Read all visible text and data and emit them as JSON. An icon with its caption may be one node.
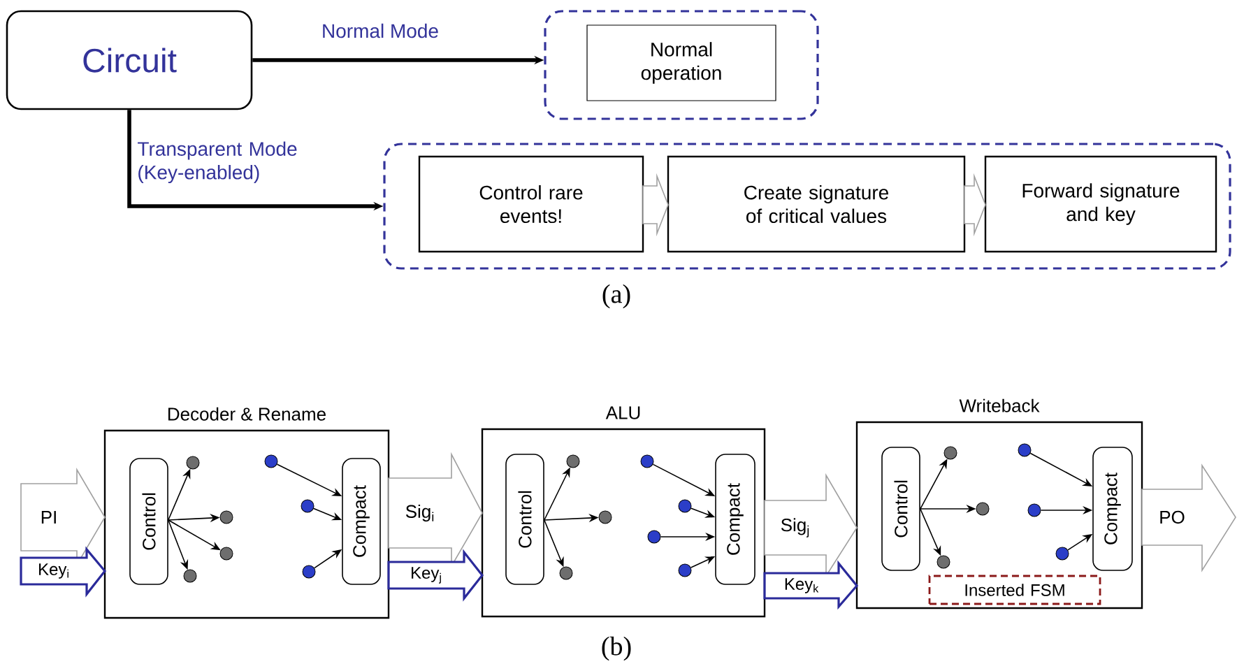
{
  "diagram": {
    "nodes": [
      {
        "text": [
          "Circuit"
        ]
      },
      {
        "text": [],
        "shape": "box"
      },
      {
        "text": [
          "Normal operation"
        ],
        "in": 1
      },
      {
        "text": [],
        "shape": "box"
      },
      {
        "text": [
          "Control rare events!"
        ],
        "in": 3
      },
      {
        "text": [
          "Create signature of critical values"
        ],
        "in": 3
      },
      {
        "text": [
          "Forward signature and key"
        ],
        "in": 3
      },
      {
        "text": [
          "Decoder & Rename"
        ]
      },
      {
        "text": [
          "Control"
        ],
        "in": 7
      },
      {
        "text": [
          "Compact"
        ],
        "in": 7
      },
      {
        "text": [
          "ALU"
        ]
      },
      {
        "text": [
          "Control"
        ],
        "in": 10
      },
      {
        "text": [
          "Compact"
        ],
        "in": 10
      },
      {
        "text": [
          "Writeback"
        ]
      },
      {
        "text": [
          "Control"
        ],
        "in": 13
      },
      {
        "text": [
          "Compact"
        ],
        "in": 13
      },
      {
        "text": [
          "Inserted FSM"
        ],
        "in": 13
      },
      {
        "text": [],
        "shape": "circle",
        "in": 7
      },
      {
        "text": [],
        "shape": "circle",
        "in": 7
      },
      {
        "text": [],
        "shape": "circle",
        "in": 7
      },
      {
        "text": [],
        "shape": "circle",
        "in": 7
      },
      {
        "text": [],
        "shape": "circle",
        "in": 7
      },
      {
        "text": [],
        "shape": "circle",
        "in": 7
      },
      {
        "text": [],
        "shape": "circle",
        "in": 7
      },
      {
        "text": [],
        "shape": "circle",
        "in": 10
      },
      {
        "text": [],
        "shape": "circle",
        "in": 10
      },
      {
        "text": [],
        "shape": "circle",
        "in": 10
      },
      {
        "text": [],
        "shape": "circle",
        "in": 10
      },
      {
        "text": [],
        "shape": "circle",
        "in": 10
      },
      {
        "text": [],
        "shape": "circle",
        "in": 10
      },
      {
        "text": [],
        "shape": "circle",
        "in": 10
      },
      {
        "text": [],
        "shape": "circle",
        "in": 13
      },
      {
        "text": [],
        "shape": "circle",
        "in": 13
      },
      {
        "text": [],
        "shape": "circle",
        "in": 13
      },
      {
        "text": [],
        "shape": "circle",
        "in": 13
      },
      {
        "text": [],
        "shape": "circle",
        "in": 13
      },
      {
        "text": [],
        "shape": "circle",
        "in": 13
      }
    ],
    "edges": [
      {
        "from": 0,
        "to": 1,
        "arrow": "to",
        "label": "Normal Mode",
        "style": "thick"
      },
      {
        "from": 0,
        "to": 3,
        "arrow": "to",
        "label": "Transparent Mode (Key-enabled)",
        "style": "thick"
      },
      {
        "from": 4,
        "to": 5,
        "arrow": "to",
        "color": "#a0a0a0"
      },
      {
        "from": 5,
        "to": 6,
        "arrow": "to",
        "color": "#a0a0a0"
      },
      {
        "from": null,
        "to": 7,
        "arrow": "to",
        "label": "PI",
        "color": "#a0a0a0"
      },
      {
        "from": null,
        "to": 7,
        "arrow": "to",
        "label": "Key$_{i}$",
        "color": "#2a2a9a"
      },
      {
        "from": 7,
        "to": 10,
        "arrow": "to",
        "label": "Sig$_{i}$",
        "color": "#a0a0a0"
      },
      {
        "from": 7,
        "to": 10,
        "arrow": "to",
        "label": "Key$_{j}$",
        "color": "#2a2a9a"
      },
      {
        "from": 10,
        "to": 13,
        "arrow": "to",
        "label": "Sig$_{j}$",
        "color": "#a0a0a0"
      },
      {
        "from": 10,
        "to": 13,
        "arrow": "to",
        "label": "Key$_{k}$",
        "color": "#2a2a9a"
      },
      {
        "from": 13,
        "to": null,
        "arrow": "to",
        "label": "PO",
        "color": "#a0a0a0"
      },
      {
        "from": 8,
        "to": 17,
        "arrow": "to"
      },
      {
        "from": 8,
        "to": 18,
        "arrow": "to"
      },
      {
        "from": 8,
        "to": 19,
        "arrow": "to"
      },
      {
        "from": 8,
        "to": 20,
        "arrow": "to"
      },
      {
        "from": 21,
        "to": 9,
        "arrow": "to"
      },
      {
        "from": 22,
        "to": 9,
        "arrow": "to"
      },
      {
        "from": 23,
        "to": 9,
        "arrow": "to"
      },
      {
        "from": 11,
        "to": 24,
        "arrow": "to"
      },
      {
        "from": 11,
        "to": 25,
        "arrow": "to"
      },
      {
        "from": 11,
        "to": 26,
        "arrow": "to"
      },
      {
        "from": 27,
        "to": 12,
        "arrow": "to"
      },
      {
        "from": 28,
        "to": 12,
        "arrow": "to"
      },
      {
        "from": 29,
        "to": 12,
        "arrow": "to"
      },
      {
        "from": 30,
        "to": 12,
        "arrow": "to"
      },
      {
        "from": 14,
        "to": 31,
        "arrow": "to"
      },
      {
        "from": 14,
        "to": 32,
        "arrow": "to"
      },
      {
        "from": 14,
        "to": 33,
        "arrow": "to"
      },
      {
        "from": 34,
        "to": 15,
        "arrow": "to"
      },
      {
        "from": 35,
        "to": 15,
        "arrow": "to"
      },
      {
        "from": 36,
        "to": 15,
        "arrow": "to"
      }
    ],
    "labels": [
      "(a)",
      "(b)"
    ]
  }
}
